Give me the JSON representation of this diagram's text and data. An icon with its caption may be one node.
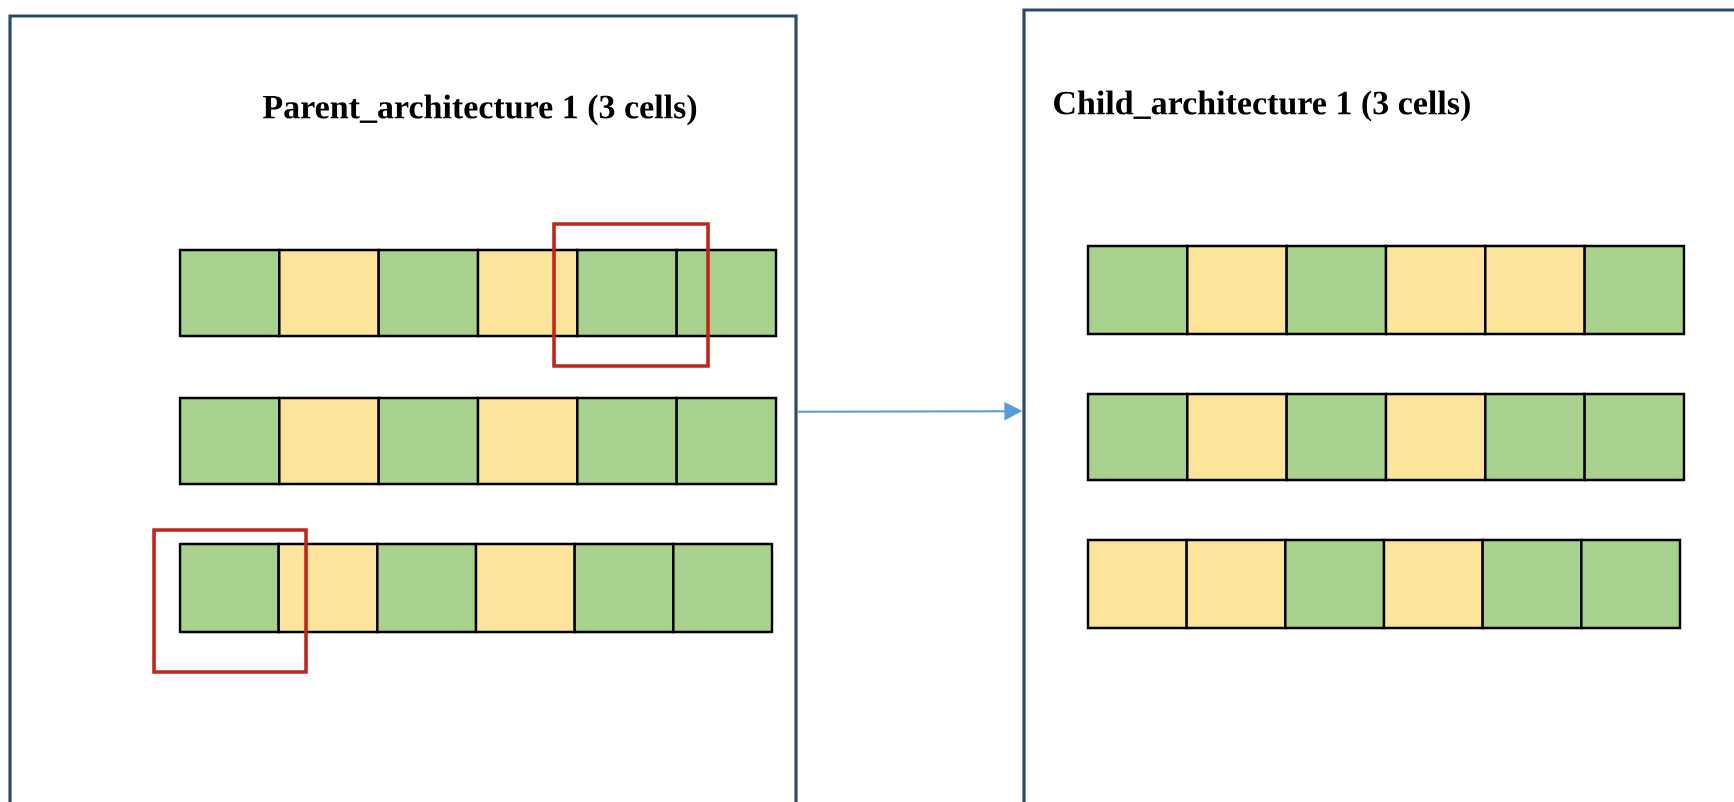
{
  "diagram": {
    "nodes": [
      {
        "text": [
          "Parent_architecture 1 (3 cells)"
        ]
      },
      {
        "text": [
          "Child_architecture 1 (3 cells)"
        ]
      }
    ],
    "edges": [
      {
        "from": 0,
        "to": 1,
        "arrow": "to",
        "color": "#5b9bd5"
      }
    ]
  }
}
